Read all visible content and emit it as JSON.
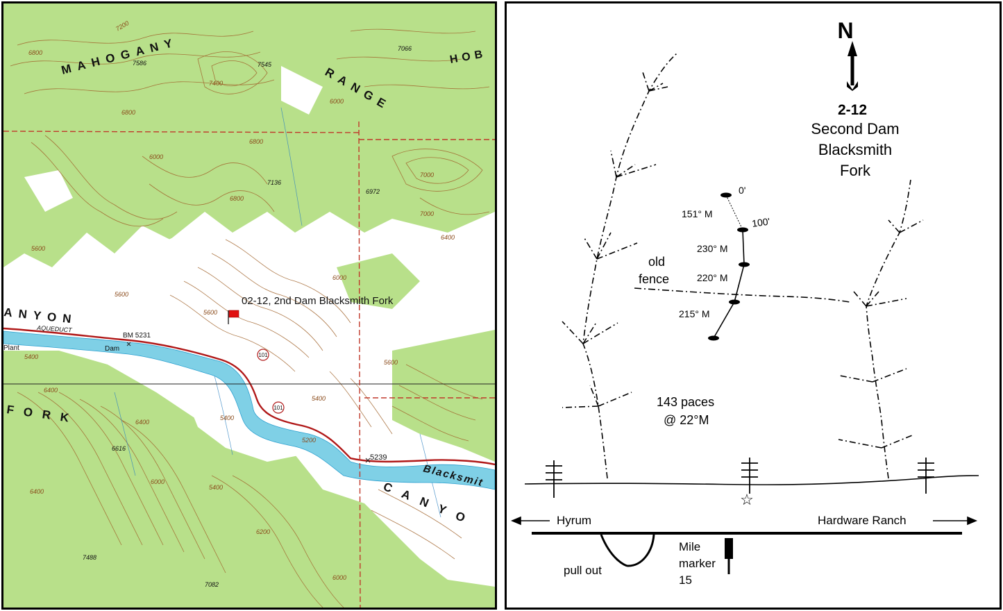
{
  "map": {
    "labels": {
      "mahogany": "MAHOGANY",
      "range": "RANGE",
      "hob": "HOB",
      "canyon_left": "ANYON",
      "aqueduct": "AQUEDUCT",
      "fork": "FORK",
      "dam": "Dam",
      "plant": "Plant",
      "blacksmith": "Blacksmit",
      "canyon_right": "CANYO",
      "bm": "BM 5231",
      "spot_5239": "5239",
      "route_a": "101",
      "route_b": "101"
    },
    "site_label": "02-12, 2nd Dam Blacksmith Fork",
    "spot_elevations": [
      "7586",
      "7545",
      "7066",
      "7136",
      "6972",
      "6616",
      "7488",
      "7082"
    ],
    "contour_labels": [
      "6800",
      "7200",
      "7400",
      "6800",
      "6000",
      "5600",
      "6800",
      "7000",
      "6400",
      "5600",
      "5600",
      "5400",
      "5400",
      "6000",
      "6400",
      "5600",
      "5400",
      "6000",
      "6400",
      "5200",
      "5400",
      "6800",
      "6000",
      "7000",
      "6400",
      "6200",
      "6000"
    ],
    "colors": {
      "vegetation": "#b8e08a",
      "contour": "#a0622a",
      "water": "#7fd0e6",
      "road": "#b01818",
      "boundary": "#c0392b",
      "flag": "#e01010"
    }
  },
  "sketch": {
    "north": "N",
    "site_id": "2-12",
    "site_name_1": "Second Dam",
    "site_name_2": "Blacksmith",
    "site_name_3": "Fork",
    "transect_start": "0'",
    "transect_100": "100'",
    "bearings": [
      "151° M",
      "230° M",
      "220° M",
      "215° M"
    ],
    "old_fence_1": "old",
    "old_fence_2": "fence",
    "paces_1": "143 paces",
    "paces_2": "@ 22°M",
    "hyrum": "Hyrum",
    "hardware_ranch": "Hardware Ranch",
    "pullout": "pull out",
    "mile_1": "Mile",
    "mile_2": "marker",
    "mile_3": "15",
    "star": "☆"
  }
}
